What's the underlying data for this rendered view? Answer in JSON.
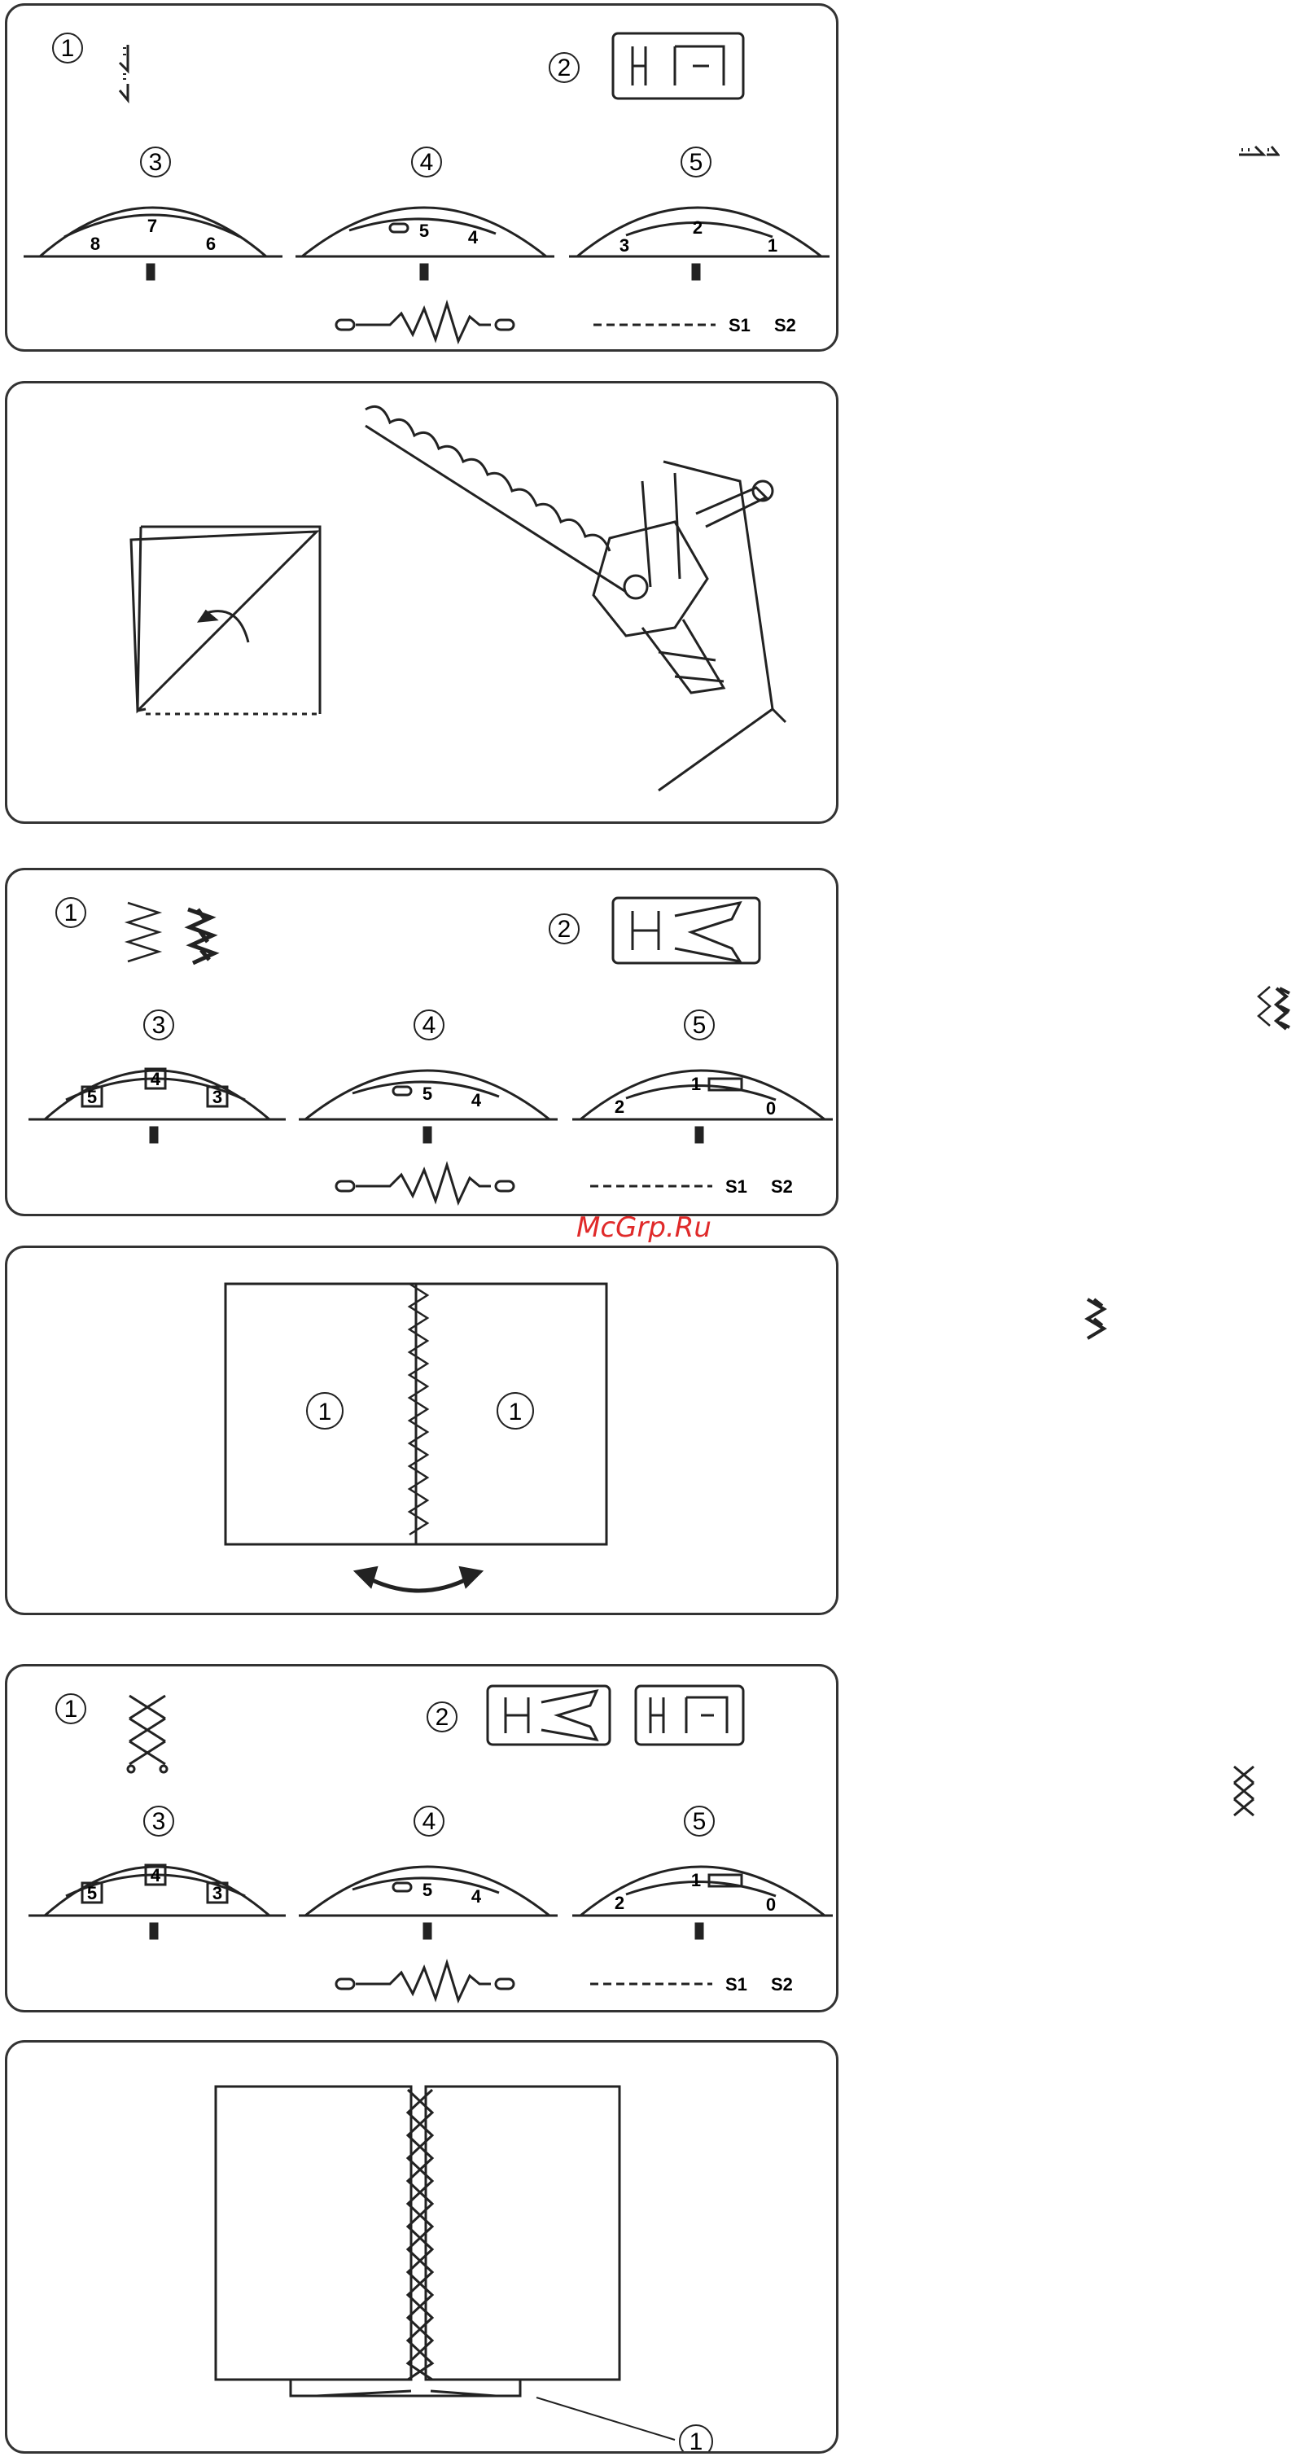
{
  "watermark": "McGrp.Ru",
  "panel1": {
    "step1": "1",
    "step2": "2",
    "step3": "3",
    "step4": "4",
    "step5": "5",
    "dial3": {
      "left": "8",
      "center": "7",
      "right": "6"
    },
    "dial4": {
      "left": "5",
      "right": "4"
    },
    "dial5": {
      "left": "3",
      "center": "2",
      "right": "1"
    },
    "s1": "S1",
    "s2": "S2"
  },
  "panel3": {
    "step1": "1",
    "step2": "2",
    "step3": "3",
    "step4": "4",
    "step5": "5",
    "dial3": {
      "left": "5",
      "center": "4",
      "right": "3"
    },
    "dial4": {
      "left": "5",
      "right": "4"
    },
    "dial5": {
      "left": "2",
      "center": "1",
      "right": "0"
    },
    "s1": "S1",
    "s2": "S2"
  },
  "panel4": {
    "fabric_left": "1",
    "fabric_right": "1"
  },
  "panel5": {
    "step1": "1",
    "step2": "2",
    "step3": "3",
    "step4": "4",
    "step5": "5",
    "dial3": {
      "left": "5",
      "center": "4",
      "right": "3"
    },
    "dial4": {
      "left": "5",
      "right": "4"
    },
    "dial5": {
      "left": "2",
      "center": "1",
      "right": "0"
    },
    "s1": "S1",
    "s2": "S2"
  },
  "panel6": {
    "callout": "1"
  },
  "icons": [
    "shell-tuck-stitch-icon",
    "presser-foot-icon",
    "zigzag-stitch-icon",
    "overcast-stitch-icon",
    "cross-stitch-icon",
    "stitch-length-dial",
    "stitch-width-dial",
    "tension-dial"
  ]
}
